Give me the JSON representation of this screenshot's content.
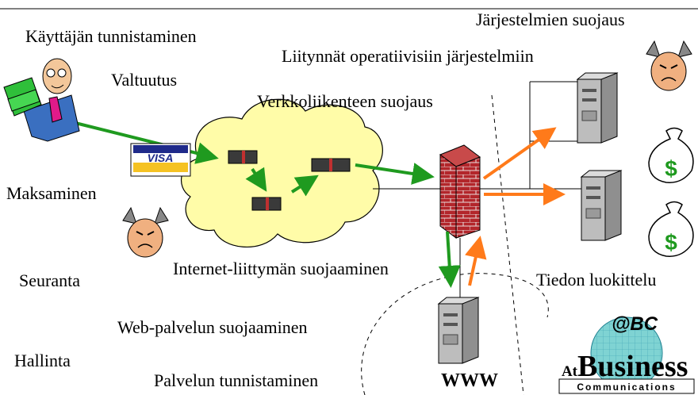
{
  "labels": {
    "user_identification": "Käyttäjän tunnistaminen",
    "authorization": "Valtuutus",
    "payment": "Maksaminen",
    "monitoring": "Seuranta",
    "management": "Hallinta",
    "traffic_protection": "Verkkoliikenteen suojaus",
    "operational_interfaces": "Liitynnät operatiivisiin järjestelmiin",
    "systems_protection": "Järjestelmien suojaus",
    "internet_connection_protection": "Internet-liittymän suojaaminen",
    "web_service_protection": "Web-palvelun suojaaminen",
    "service_identification": "Palvelun tunnistaminen",
    "data_classification": "Tiedon luokittelu",
    "www": "WWW"
  },
  "card": {
    "brand": "VISA"
  },
  "logo": {
    "at": "At",
    "main": "Business",
    "sub": "Communications",
    "badge": "@BC"
  },
  "icons": {
    "user": "person-with-money-icon",
    "card": "credit-card-icon",
    "cloud": "internet-cloud-icon",
    "routers": "router-icon",
    "firewall": "brick-firewall-icon",
    "servers": "server-tower-icon",
    "devil": "devil-face-icon",
    "moneybag": "money-bag-icon",
    "globe": "globe-icon"
  },
  "colors": {
    "green_arrow": "#1f9a1f",
    "orange_arrow": "#ff7a1a",
    "cloud": "#fffca8",
    "firewall": "#b3262b"
  }
}
